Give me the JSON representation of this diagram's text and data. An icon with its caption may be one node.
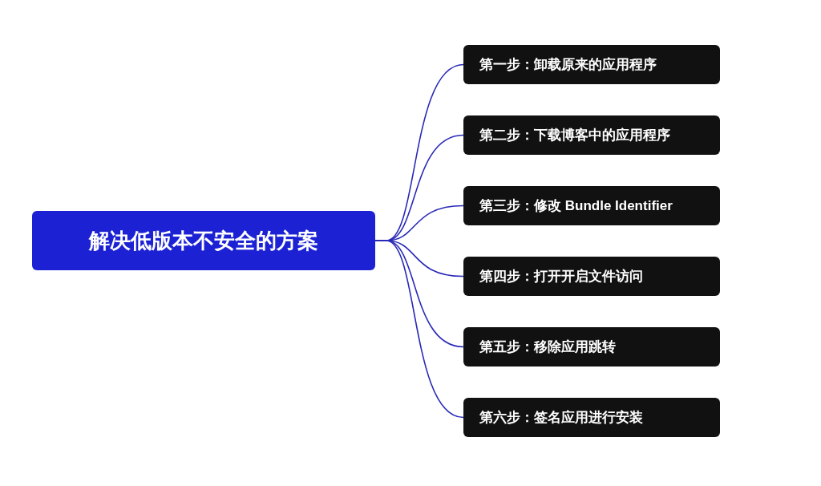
{
  "diagram": {
    "nodes": [
      {
        "text": [
          "解决低版本不安全的方案"
        ]
      },
      {
        "text": [
          "第一步：卸载原来的应用程序"
        ]
      },
      {
        "text": [
          "第二步：下载博客中的应用程序"
        ]
      },
      {
        "text": [
          "第三步：修改 Bundle Identifier"
        ]
      },
      {
        "text": [
          "第四步：打开开启文件访问"
        ]
      },
      {
        "text": [
          "第五步：移除应用跳转"
        ]
      },
      {
        "text": [
          "第六步：签名应用进行安装"
        ]
      }
    ],
    "edges": [
      {
        "from": 0,
        "to": 1,
        "arrow": "none"
      },
      {
        "from": 0,
        "to": 2,
        "arrow": "none"
      },
      {
        "from": 0,
        "to": 3,
        "arrow": "none"
      },
      {
        "from": 0,
        "to": 4,
        "arrow": "none"
      },
      {
        "from": 0,
        "to": 5,
        "arrow": "none"
      },
      {
        "from": 0,
        "to": 6,
        "arrow": "none"
      }
    ]
  }
}
